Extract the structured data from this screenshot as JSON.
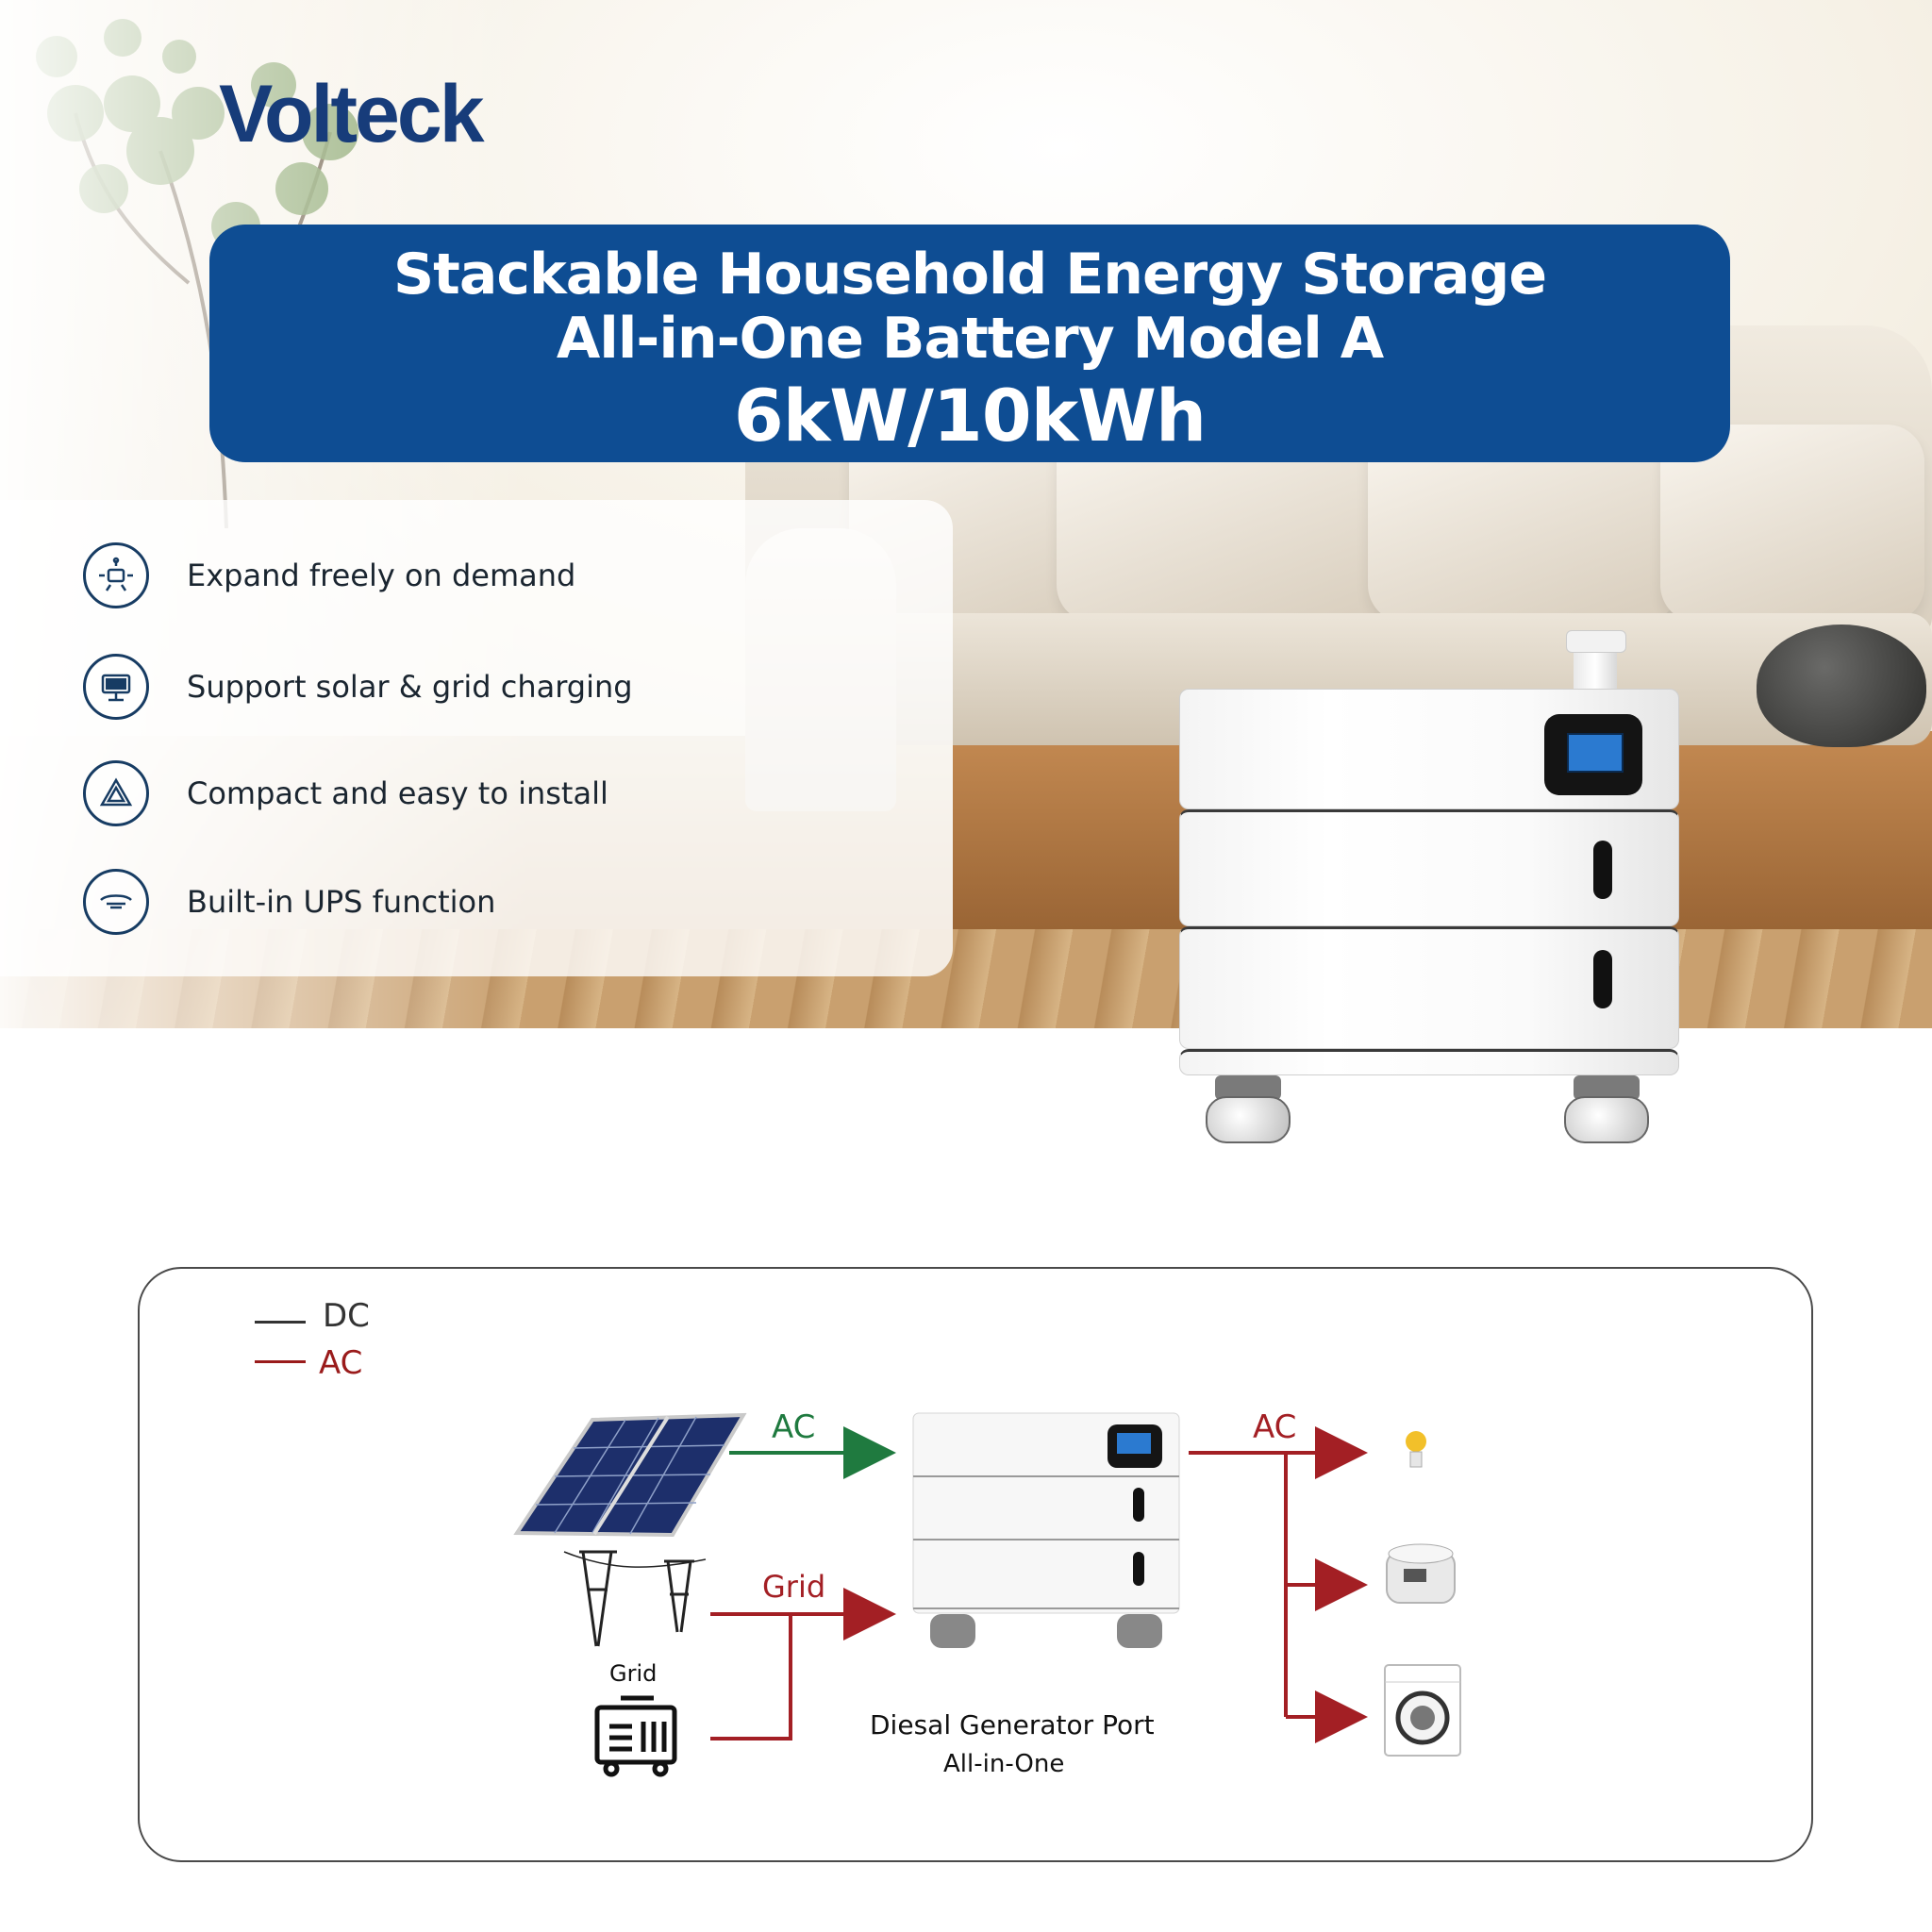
{
  "brand": {
    "logo_text": "Volteck",
    "logo_color": "#173c7a"
  },
  "banner": {
    "line1": "Stackable Household Energy Storage",
    "line2": "All-in-One Battery Model A",
    "line3": "6kW/10kWh",
    "background": "#0e4d93"
  },
  "features": [
    {
      "icon": "expand-icon",
      "label": "Expand freely on demand"
    },
    {
      "icon": "solar-panel-icon",
      "label": "Support solar & grid charging"
    },
    {
      "icon": "triangle-install-icon",
      "label": "Compact and easy to install"
    },
    {
      "icon": "ups-icon",
      "label": "Built-in UPS function"
    }
  ],
  "diagram": {
    "legend": [
      {
        "label": "DC",
        "color": "#333333"
      },
      {
        "label": "AC",
        "color": "#9a1b1b"
      }
    ],
    "labels": {
      "solar_to_battery": "AC",
      "grid_to_battery": "Grid",
      "battery_to_loads": "AC",
      "grid_source": "Grid",
      "caption_line1": "Diesal Generator Port",
      "caption_line2": "All-in-One"
    },
    "colors": {
      "green_arrow": "#1f7a3f",
      "red_arrow": "#a31f24"
    },
    "loads": [
      "light-bulb-icon",
      "rice-cooker-icon",
      "washing-machine-icon"
    ]
  }
}
